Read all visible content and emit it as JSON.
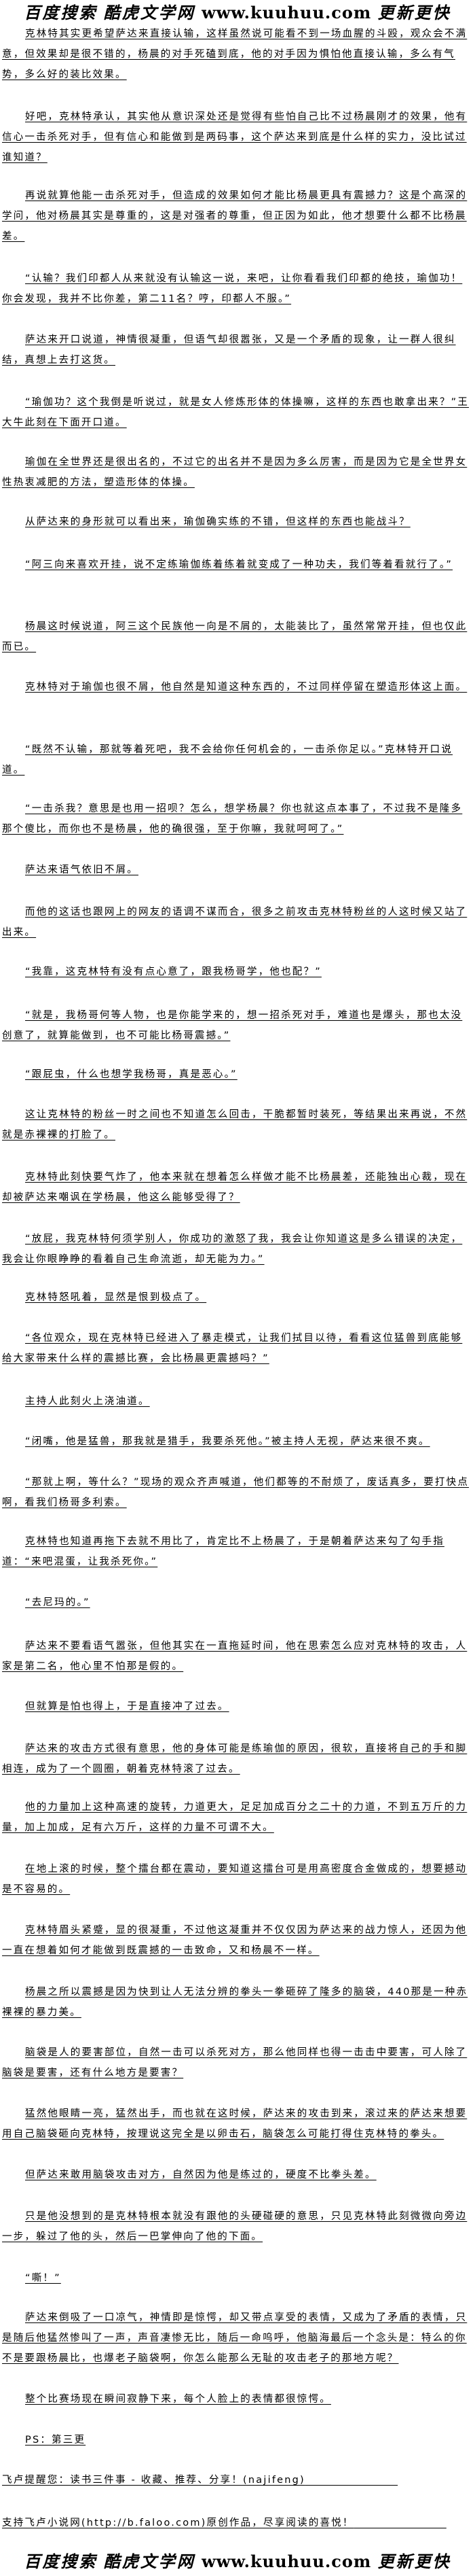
{
  "header_banner": {
    "search": "百度搜索",
    "site": "酷虎文学网",
    "url": "www.kuuhuu.com",
    "slogan": "更新更快"
  },
  "paragraphs": [
    "克林特其实更希望萨达来直接认输，这样虽然说可能看不到一场血腥的斗殴，观众会不满意，但效果却是很不错的，杨晨的对手死磕到底，他的对手因为惧怕他直接认输，多么有气势，多么好的装比效果。",
    "好吧，克林特承认，其实他从意识深处还是觉得有些怕自己比不过杨晨刚才的效果，他有信心一击杀死对手，但有信心和能做到是两码事，这个萨达来到底是什么样的实力，没比试过谁知道？",
    "再说就算他能一击杀死对手，但造成的效果如何才能比杨晨更具有震撼力？这是个高深的学问，他对杨晨其实是尊重的，这是对强者的尊重，但正因为如此，他才想要什么都不比杨晨差。",
    "“认输？我们印都人从来就没有认输这一说，来吧，让你看看我们印都的绝技，瑜伽功！你会发现，我并不比你差，第二11名？哼，印都人不服。”",
    "萨达来开口说道，神情很凝重，但语气却很嚣张，又是一个矛盾的现象，让一群人很纠结，真想上去打这货。",
    "“瑜伽功？这个我倒是听说过，就是女人修炼形体的体操嘛，这样的东西也敢拿出来？”王大牛此刻在下面开口道。",
    "瑜伽在全世界还是很出名的，不过它的出名并不是因为多么厉害，而是因为它是全世界女性热衷减肥的方法，塑造形体的体操。",
    "从萨达来的身形就可以看出来，瑜伽确实练的不错，但这样的东西也能战斗？",
    "“阿三向来喜欢开挂，说不定练瑜伽练着练着就变成了一种功夫，我们等着看就行了。”",
    "杨晨这时候说道，阿三这个民族他一向是不屑的，太能装比了，虽然常常开挂，但也仅此而已。",
    "克林特对于瑜伽也很不屑，他自然是知道这种东西的，不过同样停留在塑造形体这上面。",
    "“既然不认输，那就等着死吧，我不会给你任何机会的，一击杀你足以。”克林特开口说道。",
    "“一击杀我？意思是也用一招呗？怎么，想学杨晨？你也就这点本事了，不过我不是隆多那个傻比，而你也不是杨晨，他的确很强，至于你嘛，我就呵呵了。”",
    "萨达来语气依旧不屑。",
    "而他的这话也跟网上的网友的语调不谋而合，很多之前攻击克林特粉丝的人这时候又站了出来。",
    "“我靠，这克林特有没有点心意了，跟我杨哥学，他也配？”",
    "“就是，我杨哥何等人物，也是你能学来的，想一招杀死对手，难道也是爆头，那也太没创意了，就算能做到，也不可能比杨哥震撼。”",
    "“跟屁虫，什么也想学我杨哥，真是恶心。”",
    "这让克林特的粉丝一时之间也不知道怎么回击，干脆都暂时装死，等结果出来再说，不然就是赤裸裸的打脸了。",
    "克林特此刻快要气炸了，他本来就在想着怎么样做才能不比杨晨差，还能独出心裁，现在却被萨达来嘲讽在学杨晨，他这么能够受得了？",
    "“放屁，我克林特何须学别人，你成功的激怒了我，我会让你知道这是多么错误的决定，我会让你眼睁睁的看着自己生命流逝，却无能为力。”",
    "克林特怒吼着，显然是恨到极点了。",
    "“各位观众，现在克林特已经进入了暴走模式，让我们拭目以待，看看这位猛兽到底能够给大家带来什么样的震撼比赛，会比杨晨更震撼吗？”",
    "主持人此刻火上浇油道。",
    "“闭嘴，他是猛兽，那我就是猎手，我要杀死他。”被主持人无视，萨达来很不爽。",
    "“那就上啊，等什么？”现场的观众齐声喊道，他们都等的不耐烦了，废话真多，要打快点啊，看我们杨哥多利索。",
    "克林特也知道再拖下去就不用比了，肯定比不上杨晨了，于是朝着萨达来勾了勾手指道：“来吧混蛋，让我杀死你。”",
    "“去尼玛的。”",
    "萨达来不要看语气嚣张，但他其实在一直拖延时间，他在思索怎么应对克林特的攻击，人家是第二名，他心里不怕那是假的。",
    "但就算是怕也得上，于是直接冲了过去。",
    "萨达来的攻击方式很有意思，他的身体可能是练瑜伽的原因，很软，直接将自己的手和脚相连，成为了一个圆圈，朝着克林特滚了过去。",
    "他的力量加上这种高速的旋转，力道更大，足足加成百分之二十的力道，不到五万斤的力量，加上加成，足有六万斤，这样的力量不可谓不大。",
    "在地上滚的时候，整个擂台都在震动，要知道这擂台可是用高密度合金做成的，想要撼动是不容易的。",
    "克林特眉头紧蹙，显的很凝重，不过他这凝重并不仅仅因为萨达来的战力惊人，还因为他一直在想着如何才能做到既震撼的一击致命，又和杨晨不一样。",
    "杨晨之所以震撼是因为快到让人无法分辨的拳头一拳砸碎了隆多的脑袋，440那是一种赤裸裸的暴力美。",
    "脑袋是人的要害部位，自然一击可以杀死对方，那么他同样也得一击击中要害，可人除了脑袋是要害，还有什么地方是要害？",
    "猛然他眼睛一亮，猛然出手，而也就在这时候，萨达来的攻击到来，滚过来的萨达来想要用自己脑袋砸向克林特，按理说这完全是以卵击石，脑袋怎么可能打得住克林特的拳头。",
    "但萨达来敢用脑袋攻击对方，自然因为他是练过的，硬度不比拳头差。",
    "只是他没想到的是克林特根本就没有跟他的头硬碰硬的意思，只见克林特此刻微微向旁边一步，躲过了他的头，然后一巴掌伸向了他的下面。",
    "“嘶！”",
    "萨达来倒吸了一口凉气，神情即是惊愕，却又带点享受的表情，又成为了矛盾的表情，只是随后他猛然惨叫了一声，声音凄惨无比，随后一命呜呼，他脑海最后一个念头是：特么的你不是要跟杨晨比，也爆老子脑袋啊，你怎么能那么无耻的攻击老子的那地方呢？",
    "整个比赛场现在瞬间寂静下来，每个人脸上的表情都很惊愕。",
    "PS：第三更"
  ],
  "footer_notes": {
    "reminder": "飞卢提醒您：读书三件事 - 收藏、推荐、分享！(najifeng)",
    "support": "支持飞卢小说网(http://b.faloo.com)原创作品，尽享阅读的喜悦！"
  },
  "footer_banner": {
    "search": "百度搜索",
    "site": "酷虎文学网",
    "url": "www.kuuhuu.com",
    "slogan": "更新更快"
  }
}
